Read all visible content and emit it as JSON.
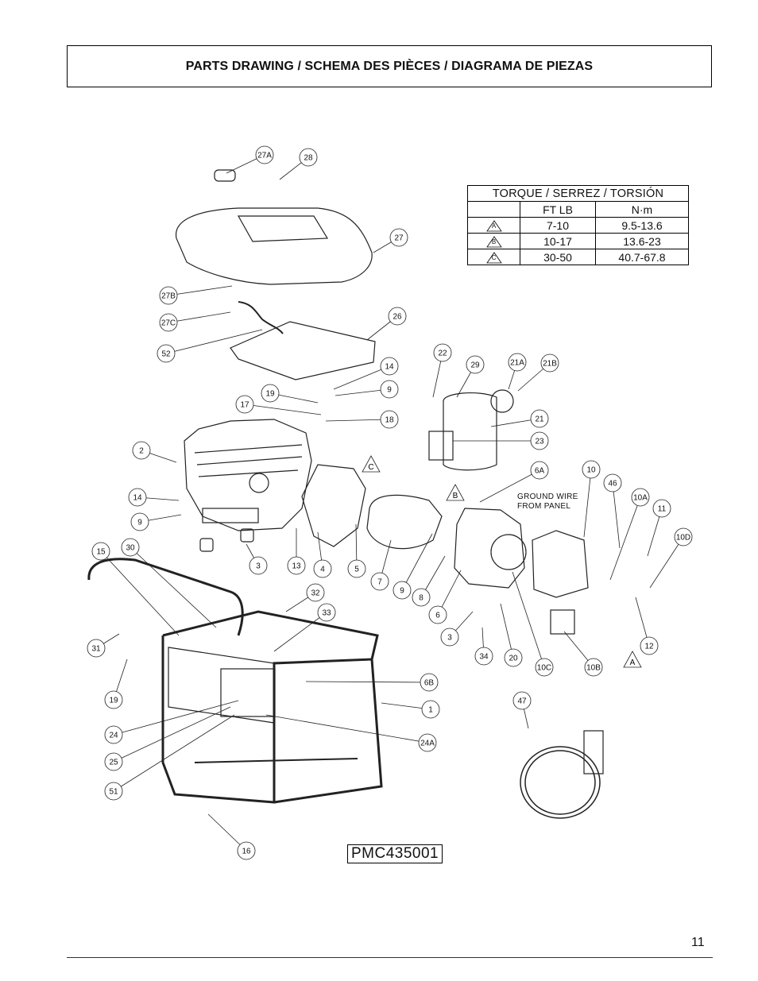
{
  "header": {
    "title": "PARTS DRAWING / SCHEMA DES PIÈCES / DIAGRAMA DE PIEZAS"
  },
  "torque_table": {
    "title": "TORQUE / SERREZ / TORSIÓN",
    "col_ft": "FT LB",
    "col_nm": "N·m",
    "rows": [
      {
        "label": "A",
        "ft": "7-10",
        "nm": "9.5-13.6"
      },
      {
        "label": "B",
        "ft": "10-17",
        "nm": "13.6-23"
      },
      {
        "label": "C",
        "ft": "30-50",
        "nm": "40.7-67.8"
      }
    ]
  },
  "diagram": {
    "ground_wire_line1": "GROUND WIRE",
    "ground_wire_line2": "FROM PANEL",
    "model": "PMC435001",
    "callouts": [
      "27A",
      "28",
      "27",
      "27B",
      "27C",
      "52",
      "26",
      "22",
      "29",
      "21A",
      "21B",
      "14",
      "9",
      "19",
      "17",
      "18",
      "21",
      "23",
      "2",
      "C",
      "6A",
      "10",
      "46",
      "10A",
      "11",
      "10D",
      "14",
      "9",
      "B",
      "15",
      "30",
      "3",
      "13",
      "4",
      "5",
      "7",
      "9",
      "8",
      "6",
      "3",
      "34",
      "20",
      "10C",
      "10B",
      "12",
      "A",
      "31",
      "32",
      "33",
      "19",
      "6B",
      "1",
      "24",
      "24A",
      "25",
      "51",
      "16",
      "47"
    ],
    "torque_markers": [
      "C",
      "B",
      "A"
    ]
  },
  "footer": {
    "page_number": "11"
  }
}
